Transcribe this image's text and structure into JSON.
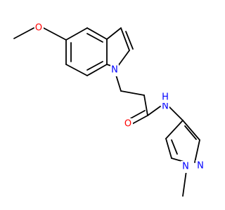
{
  "molecule": {
    "atoms": {
      "methoxy_O": {
        "symbol": "O",
        "color": "#ff0000"
      },
      "indole_N": {
        "symbol": "N",
        "color": "#0000ff"
      },
      "carbonyl_O": {
        "symbol": "O",
        "color": "#ff0000"
      },
      "amide_NH": {
        "symbol": "N",
        "h_label": "H",
        "color": "#0000ff"
      },
      "pyrazole_N1": {
        "symbol": "N",
        "color": "#0000ff"
      },
      "pyrazole_N2": {
        "symbol": "N",
        "color": "#0000ff"
      }
    },
    "bond_color": "#000000",
    "background": "#ffffff"
  }
}
